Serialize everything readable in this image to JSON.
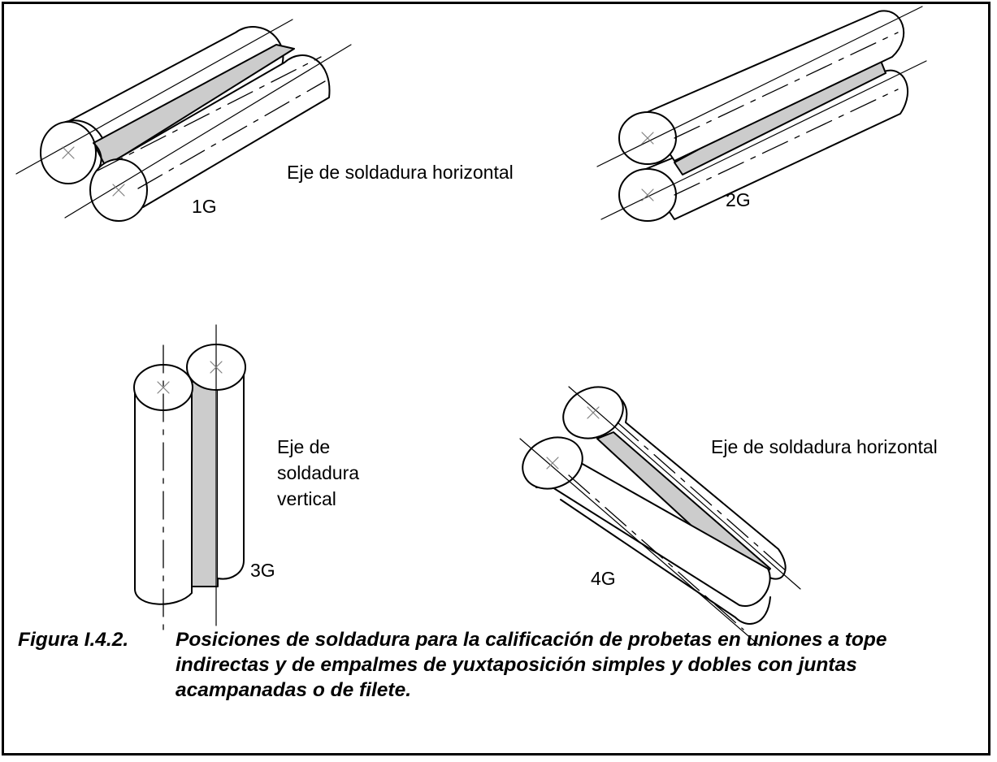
{
  "figure": {
    "positions": [
      {
        "id": "1G",
        "label": "1G",
        "axis_label": "Eje de soldadura horizontal"
      },
      {
        "id": "2G",
        "label": "2G"
      },
      {
        "id": "3G",
        "label": "3G",
        "axis_label_lines": [
          "Eje de",
          "soldadura",
          "vertical"
        ]
      },
      {
        "id": "4G",
        "label": "4G",
        "axis_label": "Eje de soldadura horizontal"
      }
    ],
    "colors": {
      "weld_fill": "#cccccc",
      "stroke": "#000000",
      "center_mark": "#808080"
    }
  },
  "caption": {
    "number": "Figura I.4.2.",
    "text": "Posiciones de soldadura para la calificación de probetas en uniones a tope indirectas y de empalmes de yuxtaposición simples y dobles con juntas acampanadas o de filete."
  }
}
